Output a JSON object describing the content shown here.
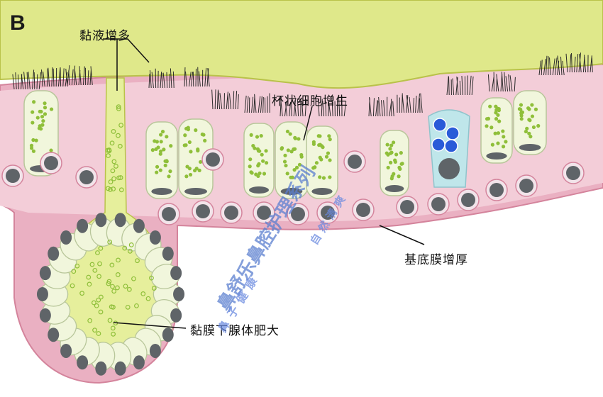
{
  "panel_letter": "B",
  "labels": {
    "mucus_increase": "黏液增多",
    "goblet_hyperplasia": "杯状细胞增生",
    "basement_thickening": "基底膜增厚",
    "gland_hypertrophy": "黏膜下腺体肥大"
  },
  "watermark": {
    "main": "鼻舒乐鼻腔护理系列",
    "sub1": "鼻子健康",
    "sub2": "自然清爽"
  },
  "colors": {
    "mucus": "#dfe88a",
    "mucus_edge": "#b9c24a",
    "tissue": "#eab0c2",
    "tissue_dark": "#d4849c",
    "goblet_cell": "#f1f6dc",
    "granule": "#8fbf3a",
    "nucleus": "#5f6468",
    "special_cell": "#bfe6ea",
    "special_granule": "#2a5bd8",
    "watermark": "#5b7fd0"
  }
}
